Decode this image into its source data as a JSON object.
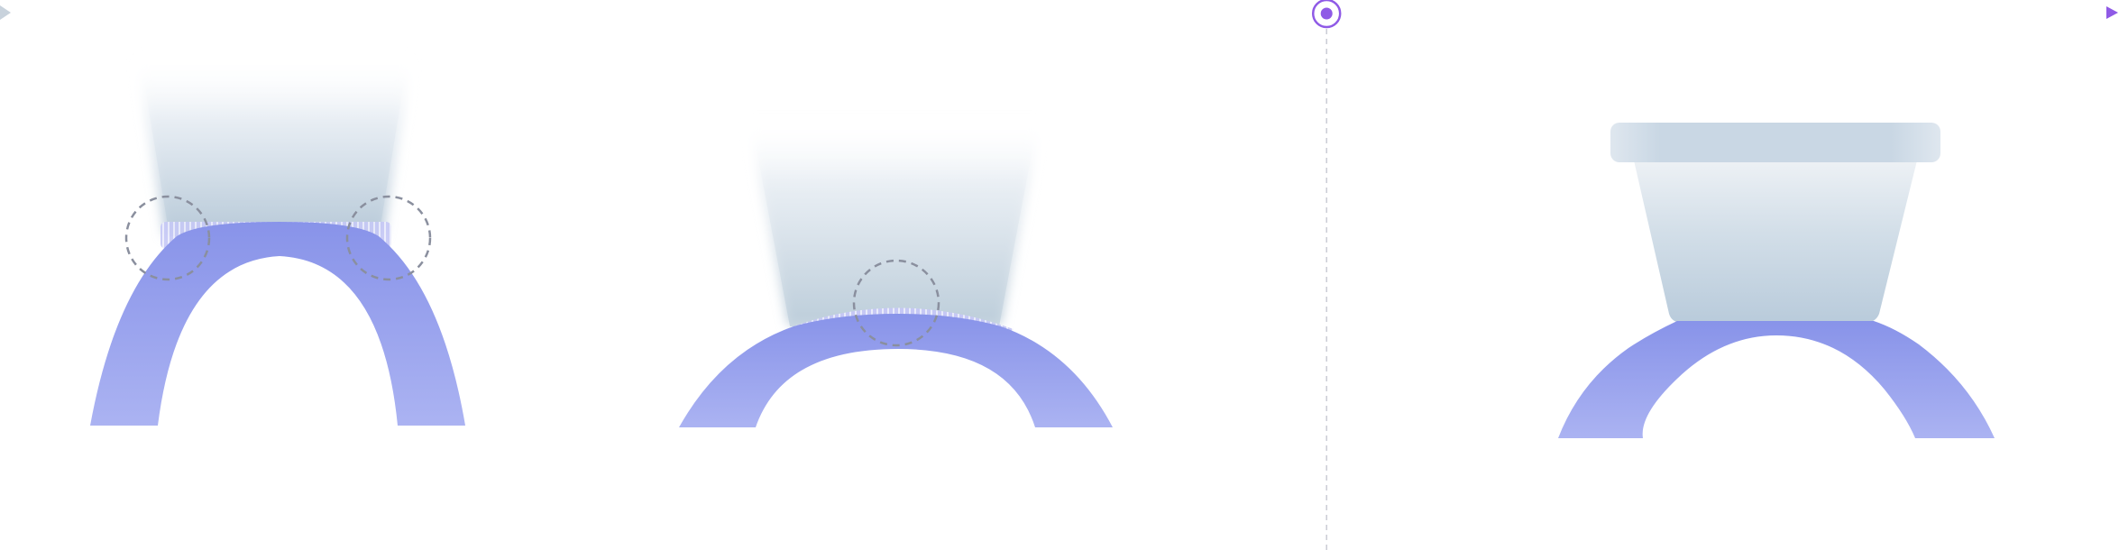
{
  "colors": {
    "arch_top": "#8c97ea",
    "arch_bottom": "#aab2f1",
    "band_fill": "#c5c8f6",
    "band_stripe": "#ffffff",
    "glow_dark": "#b7c8d8",
    "glow_light": "#ffffff",
    "timeline_start": "#d5d8de",
    "timeline_end": "#8f5ae6",
    "marker": "#8f5ae6",
    "dashed_circle": "#8a8f9e",
    "divider": "#c9ccd4"
  },
  "timeline": {
    "progress": 0.628
  },
  "stages": [
    {
      "id": "stage-1",
      "description_visible": false
    },
    {
      "id": "stage-2",
      "description_visible": false
    },
    {
      "id": "stage-3",
      "description_visible": false
    }
  ]
}
